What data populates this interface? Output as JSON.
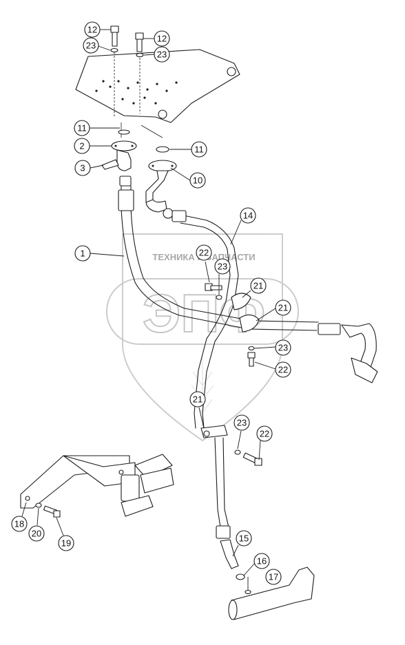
{
  "watermark": {
    "top_text": "ТЕХНИКА И ЗАПЧАСТИ",
    "big_text": "ЭПФ"
  },
  "callouts": [
    {
      "label": "12"
    },
    {
      "label": "23"
    },
    {
      "label": "12"
    },
    {
      "label": "23"
    },
    {
      "label": "11"
    },
    {
      "label": "2"
    },
    {
      "label": "11"
    },
    {
      "label": "3"
    },
    {
      "label": "10"
    },
    {
      "label": "14"
    },
    {
      "label": "1"
    },
    {
      "label": "22"
    },
    {
      "label": "23"
    },
    {
      "label": "21"
    },
    {
      "label": "21"
    },
    {
      "label": "23"
    },
    {
      "label": "22"
    },
    {
      "label": "21"
    },
    {
      "label": "23"
    },
    {
      "label": "22"
    },
    {
      "label": "18"
    },
    {
      "label": "20"
    },
    {
      "label": "19"
    },
    {
      "label": "15"
    },
    {
      "label": "16"
    },
    {
      "label": "17"
    }
  ]
}
